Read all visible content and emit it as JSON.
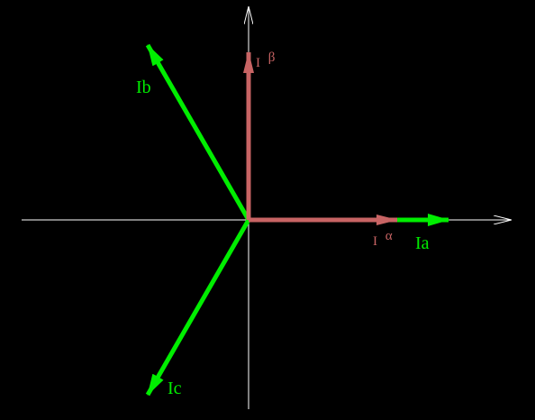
{
  "colors": {
    "background": "#000000",
    "axis": "#ffffff",
    "phase_vectors": "#00ee00",
    "alpha_beta_vectors": "#c86464"
  },
  "vectors": {
    "ia": {
      "label": "Ia"
    },
    "ib": {
      "label": "Ib"
    },
    "ic": {
      "label": "Ic"
    },
    "i_alpha": {
      "label": "I",
      "subscript": "α"
    },
    "i_beta": {
      "label": "I",
      "subscript": "β"
    }
  }
}
